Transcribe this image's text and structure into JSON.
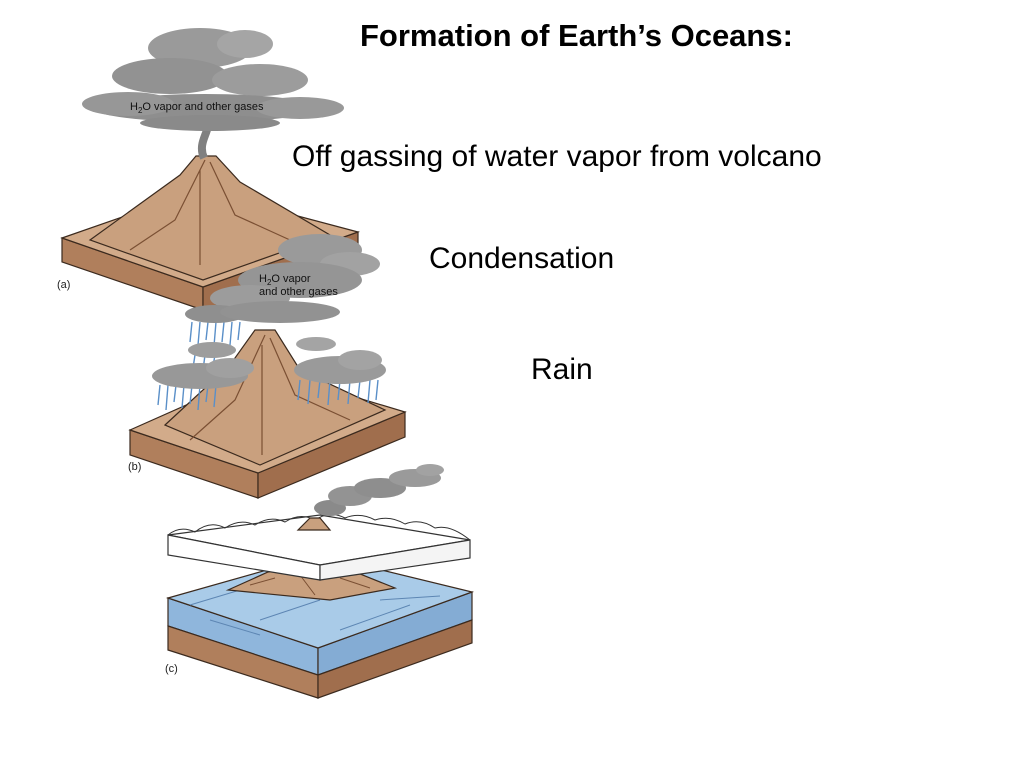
{
  "slide": {
    "title": "Formation of Earth’s Oceans:",
    "steps": [
      "Off gassing of water vapor from volcano",
      "Condensation",
      "Rain"
    ]
  },
  "figure": {
    "panel_a": {
      "caption": "(a)",
      "cloud_label_h": "H",
      "cloud_label_sub": "2",
      "cloud_label_rest": "O vapor and other gases"
    },
    "panel_b": {
      "caption": "(b)",
      "cloud_label_line1_h": "H",
      "cloud_label_line1_sub": "2",
      "cloud_label_line1_rest": "O vapor",
      "cloud_label_line2": "and other gases"
    },
    "panel_c": {
      "caption": "(c)"
    }
  },
  "colors": {
    "rock_top": "#c9a07e",
    "rock_side": "#b07f5c",
    "rock_dark": "#7a4f33",
    "cloud": "#9a9a9a",
    "ocean": "#a9cbe8",
    "ocean_side": "#8fb6dc",
    "rain": "#5a8fc8"
  }
}
